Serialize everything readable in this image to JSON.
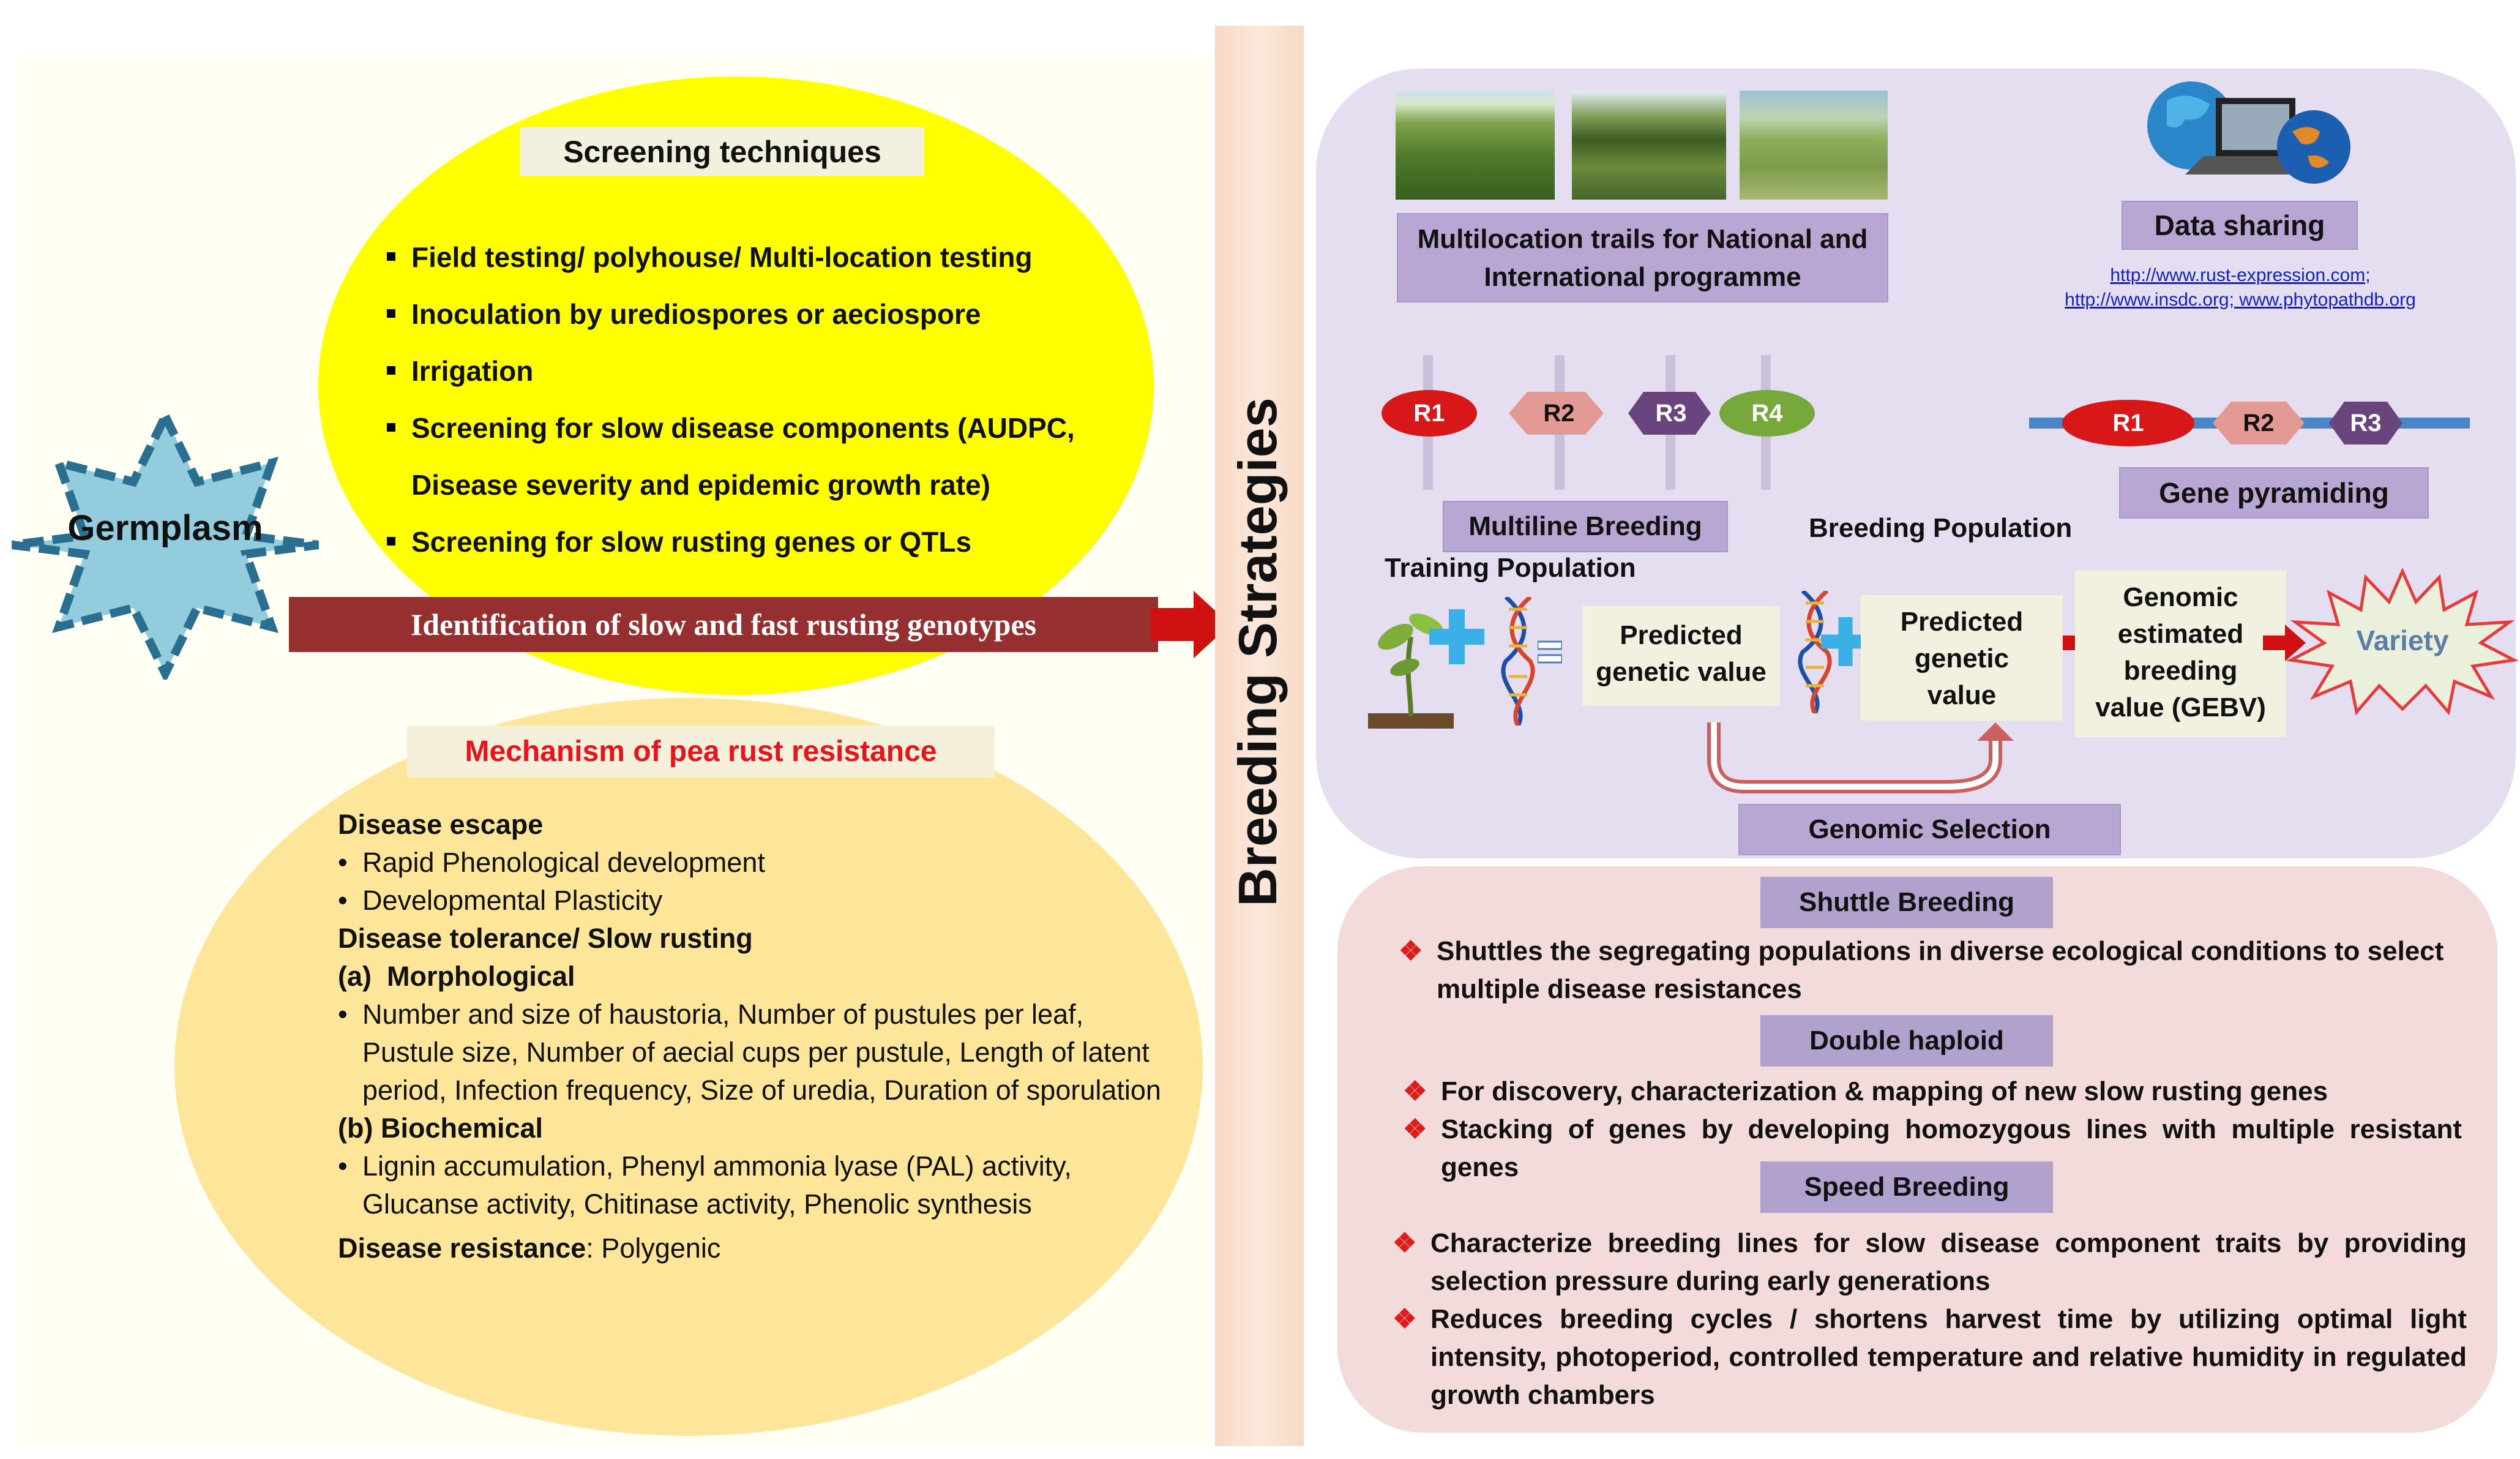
{
  "germplasm": "Germplasm",
  "screening": {
    "title": "Screening techniques",
    "items": [
      "Field testing/ polyhouse/ Multi-location testing",
      "Inoculation by urediospores or aeciospore",
      "Irrigation",
      "Screening for slow disease components (AUDPC,",
      "Disease severity and epidemic growth rate)",
      "Screening for slow rusting genes or QTLs"
    ]
  },
  "arrow_label": "Identification of slow and fast rusting genotypes",
  "mechanism": {
    "title": "Mechanism of pea rust resistance",
    "escape": "Disease escape",
    "escape_items": [
      "Rapid Phenological development",
      "Developmental Plasticity"
    ],
    "tolerance": "Disease tolerance/ Slow rusting",
    "morph_heading": "(a)  Morphological",
    "morph_text": "Number and size of haustoria, Number of pustules per leaf, Pustule size, Number of aecial cups per pustule, Length of latent period, Infection frequency, Size of uredia, Duration of sporulation",
    "bio_heading": "(b) Biochemical",
    "bio_text": "Lignin accumulation, Phenyl ammonia lyase (PAL) activity, Glucanse activity, Chitinase activity, Phenolic synthesis",
    "resistance_label": "Disease resistance",
    "resistance_value": ": Polygenic"
  },
  "center_title": "Breeding Strategies",
  "top_panel": {
    "multilocation": "Multilocation trails for National and International programme",
    "data_sharing": "Data sharing",
    "link1": "http://www.rust-expression.com;",
    "link2": "http://www.insdc.org; www.phytopathdb.org",
    "multiline_genes": [
      "R1",
      "R2",
      "R3",
      "R4"
    ],
    "multiline": "Multiline Breeding",
    "pyramid_genes": [
      "R1",
      "R2",
      "R3"
    ],
    "gene_pyramiding": "Gene pyramiding",
    "breeding_population": "Breeding Population",
    "training_population": "Training Population",
    "predicted1": "Predicted genetic value",
    "predicted2": "Predicted genetic value",
    "gebv": "Genomic estimated breeding value (GEBV)",
    "variety": "Variety",
    "genomic_selection": "Genomic Selection"
  },
  "bottom_panel": {
    "shuttle": "Shuttle Breeding",
    "shuttle_items": [
      "Shuttles the segregating populations in diverse ecological conditions to select multiple disease resistances"
    ],
    "double": "Double haploid",
    "double_items": [
      "For discovery, characterization & mapping of new slow rusting genes",
      "Stacking of genes by developing homozygous lines with multiple resistant genes"
    ],
    "speed": "Speed Breeding",
    "speed_items": [
      "Characterize breeding lines for slow disease component traits by providing selection pressure during early generations",
      "Reduces breeding cycles / shortens harvest time by utilizing optimal light intensity, photoperiod, controlled temperature and relative humidity in regulated growth chambers"
    ]
  },
  "colors": {
    "yellow": "#ffff00",
    "peach": "#fde599",
    "lavender": "#e4def0",
    "pink": "#f3dbdc",
    "arrow": "#962f2f",
    "red_arrow": "#d01111",
    "star": "#93cddd"
  }
}
